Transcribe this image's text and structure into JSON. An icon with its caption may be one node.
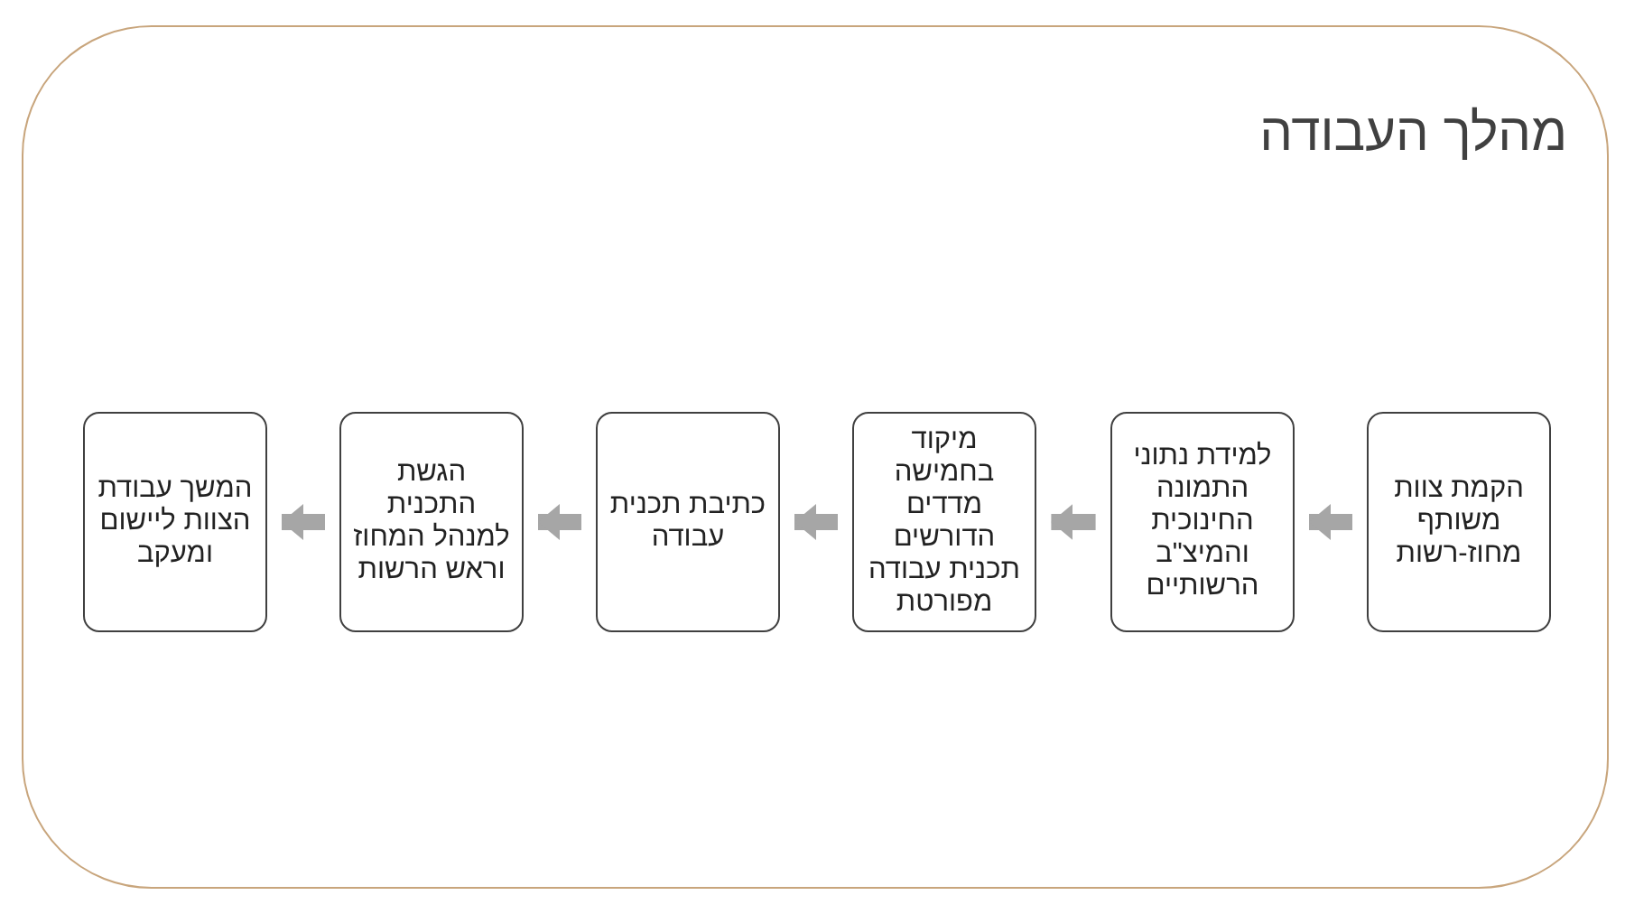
{
  "diagram": {
    "title": "מהלך העבודה",
    "nodes": [
      {
        "text": [
          "הקמת צוות משותף מחוז-רשות"
        ]
      },
      {
        "text": [
          "למידת נתוני התמונה החינוכית והמיצ\"ב הרשותיים"
        ]
      },
      {
        "text": [
          "מיקוד בחמישה מדדים הדורשים תכנית עבודה מפורטת"
        ]
      },
      {
        "text": [
          "כתיבת תכנית עבודה"
        ]
      },
      {
        "text": [
          "הגשת התכנית למנהל המחוז וראש הרשות"
        ]
      },
      {
        "text": [
          "המשך עבודת הצוות ליישום ומעקב"
        ]
      }
    ],
    "edges": [
      {
        "from": 0,
        "to": 1,
        "arrow": "to"
      },
      {
        "from": 1,
        "to": 2,
        "arrow": "to"
      },
      {
        "from": 2,
        "to": 3,
        "arrow": "to"
      },
      {
        "from": 3,
        "to": 4,
        "arrow": "to"
      },
      {
        "from": 4,
        "to": 5,
        "arrow": "to"
      }
    ]
  }
}
